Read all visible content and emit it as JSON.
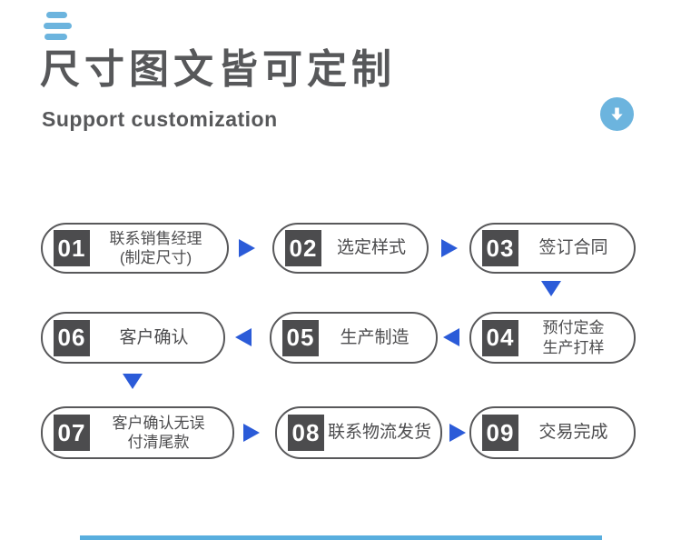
{
  "header": {
    "title": "尺寸图文皆可定制",
    "subtitle": "Support customization"
  },
  "icons": {
    "menu_lines": "menu-lines-icon",
    "scroll_down": "scroll-down-circle-icon",
    "flow_connectors": [
      "arrow-right-icon",
      "arrow-left-icon",
      "arrow-down-icon"
    ]
  },
  "colors": {
    "accent_light_blue": "#6cb4de",
    "arrow_blue": "#2b5bd8",
    "dark_gray_text": "#57585a",
    "badge_bg": "#4c4c4e",
    "bottom_bar_blue": "#58aede"
  },
  "flow": {
    "steps": [
      {
        "num": "01",
        "lines": [
          "联系销售经理",
          "(制定尺寸)"
        ]
      },
      {
        "num": "02",
        "lines": [
          "选定样式"
        ]
      },
      {
        "num": "03",
        "lines": [
          "签订合同"
        ]
      },
      {
        "num": "04",
        "lines": [
          "预付定金",
          "生产打样"
        ]
      },
      {
        "num": "05",
        "lines": [
          "生产制造"
        ]
      },
      {
        "num": "06",
        "lines": [
          "客户确认"
        ]
      },
      {
        "num": "07",
        "lines": [
          "客户确认无误",
          "付清尾款"
        ]
      },
      {
        "num": "08",
        "lines": [
          "联系物流发货"
        ]
      },
      {
        "num": "09",
        "lines": [
          "交易完成"
        ]
      }
    ]
  }
}
